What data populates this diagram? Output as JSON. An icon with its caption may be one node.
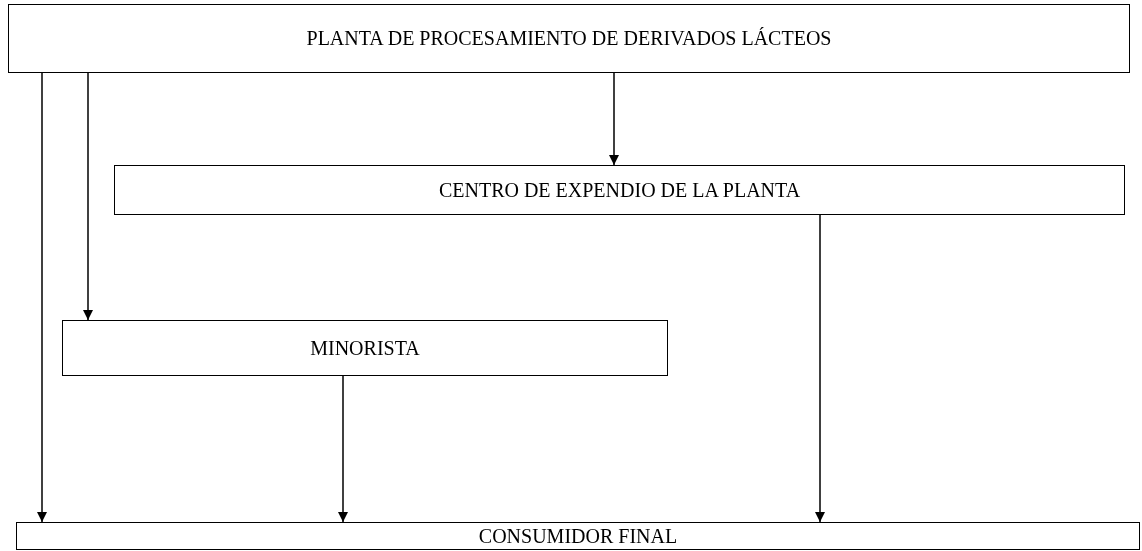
{
  "diagram": {
    "nodes": [
      {
        "text": [
          "PLANTA DE PROCESAMIENTO DE DERIVADOS LÁCTEOS"
        ]
      },
      {
        "text": [
          "CENTRO DE EXPENDIO DE LA PLANTA"
        ]
      },
      {
        "text": [
          "MINORISTA"
        ]
      },
      {
        "text": [
          "CONSUMIDOR FINAL"
        ]
      }
    ],
    "edges": [
      {
        "from": 0,
        "to": 1,
        "arrow": "to"
      },
      {
        "from": 0,
        "to": 2,
        "arrow": "to"
      },
      {
        "from": 0,
        "to": 3,
        "arrow": "to"
      },
      {
        "from": 1,
        "to": 3,
        "arrow": "to"
      },
      {
        "from": 2,
        "to": 3,
        "arrow": "to"
      }
    ]
  }
}
